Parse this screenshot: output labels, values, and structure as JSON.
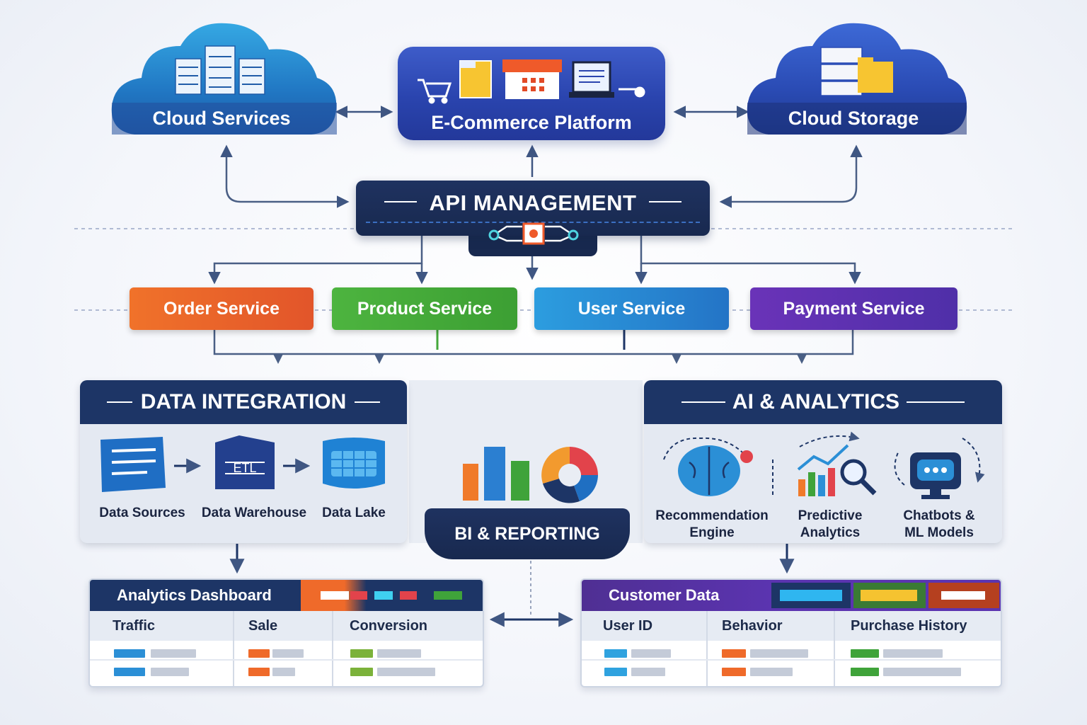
{
  "colors": {
    "navy": "#1d3566",
    "order": "#ef6a2a",
    "product": "#44a83a",
    "user": "#2b8fd6",
    "payment": "#5b34b0",
    "arrow": "#4a5f85"
  },
  "top": {
    "cloud_services": "Cloud Services",
    "ecommerce": "E-Commerce Platform",
    "cloud_storage": "Cloud Storage"
  },
  "api": {
    "title": "API MANAGEMENT"
  },
  "services": [
    {
      "label": "Order Service",
      "color": "#ef6a2a"
    },
    {
      "label": "Product Service",
      "color": "#44a83a"
    },
    {
      "label": "User Service",
      "color": "#2b8fd6"
    },
    {
      "label": "Payment Service",
      "color": "#5b34b0"
    }
  ],
  "data_integration": {
    "title": "DATA INTEGRATION",
    "items": [
      "Data Sources",
      "Data Warehouse",
      "Data Lake"
    ],
    "etl_text": "ETL"
  },
  "bi": {
    "title": "BI & REPORTING"
  },
  "ai": {
    "title": "AI & ANALYTICS",
    "items": [
      {
        "line1": "Recommendation",
        "line2": "Engine"
      },
      {
        "line1": "Predictive",
        "line2": "Analytics"
      },
      {
        "line1": "Chatbots &",
        "line2": "ML Models"
      }
    ]
  },
  "analytics_dashboard": {
    "title": "Analytics Dashboard",
    "columns": [
      "Traffic",
      "Sale",
      "Conversion"
    ]
  },
  "customer_data": {
    "title": "Customer Data",
    "columns": [
      "User ID",
      "Behavior",
      "Purchase History"
    ]
  }
}
